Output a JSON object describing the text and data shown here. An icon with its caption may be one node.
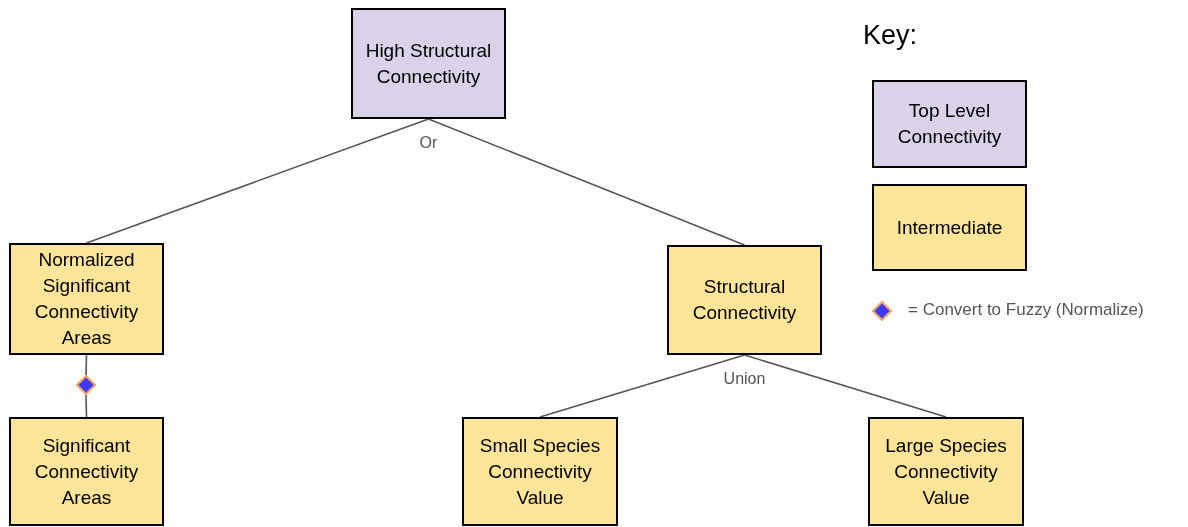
{
  "diagram": {
    "nodes": [
      {
        "text": [
          "High Structural Connectivity"
        ]
      },
      {
        "text": [
          "Normalized Significant Connectivity Areas"
        ]
      },
      {
        "text": [
          "Structural Connectivity"
        ]
      },
      {
        "text": [],
        "shape": "diamond"
      },
      {
        "text": [
          "Significant Connectivity Areas"
        ]
      },
      {
        "text": [
          "Small Species Connectivity Value"
        ]
      },
      {
        "text": [
          "Large Species Connectivity Value"
        ]
      }
    ],
    "edges": [
      {
        "from": 0,
        "to": 1,
        "arrow": "none",
        "label": "Or"
      },
      {
        "from": 0,
        "to": 2,
        "arrow": "none"
      },
      {
        "from": 1,
        "to": 3,
        "arrow": "none"
      },
      {
        "from": 3,
        "to": 4,
        "arrow": "none"
      },
      {
        "from": 2,
        "to": 5,
        "arrow": "none",
        "label": "Union"
      },
      {
        "from": 2,
        "to": 6,
        "arrow": "none"
      }
    ],
    "labels": [
      "Key:"
    ],
    "legend": [
      {
        "text": "Top Level Connectivity",
        "color": "#d9d2e9"
      },
      {
        "text": "Intermediate",
        "color": "#ffe599"
      },
      {
        "text": "= Convert to Fuzzy (Normalize)"
      }
    ]
  }
}
